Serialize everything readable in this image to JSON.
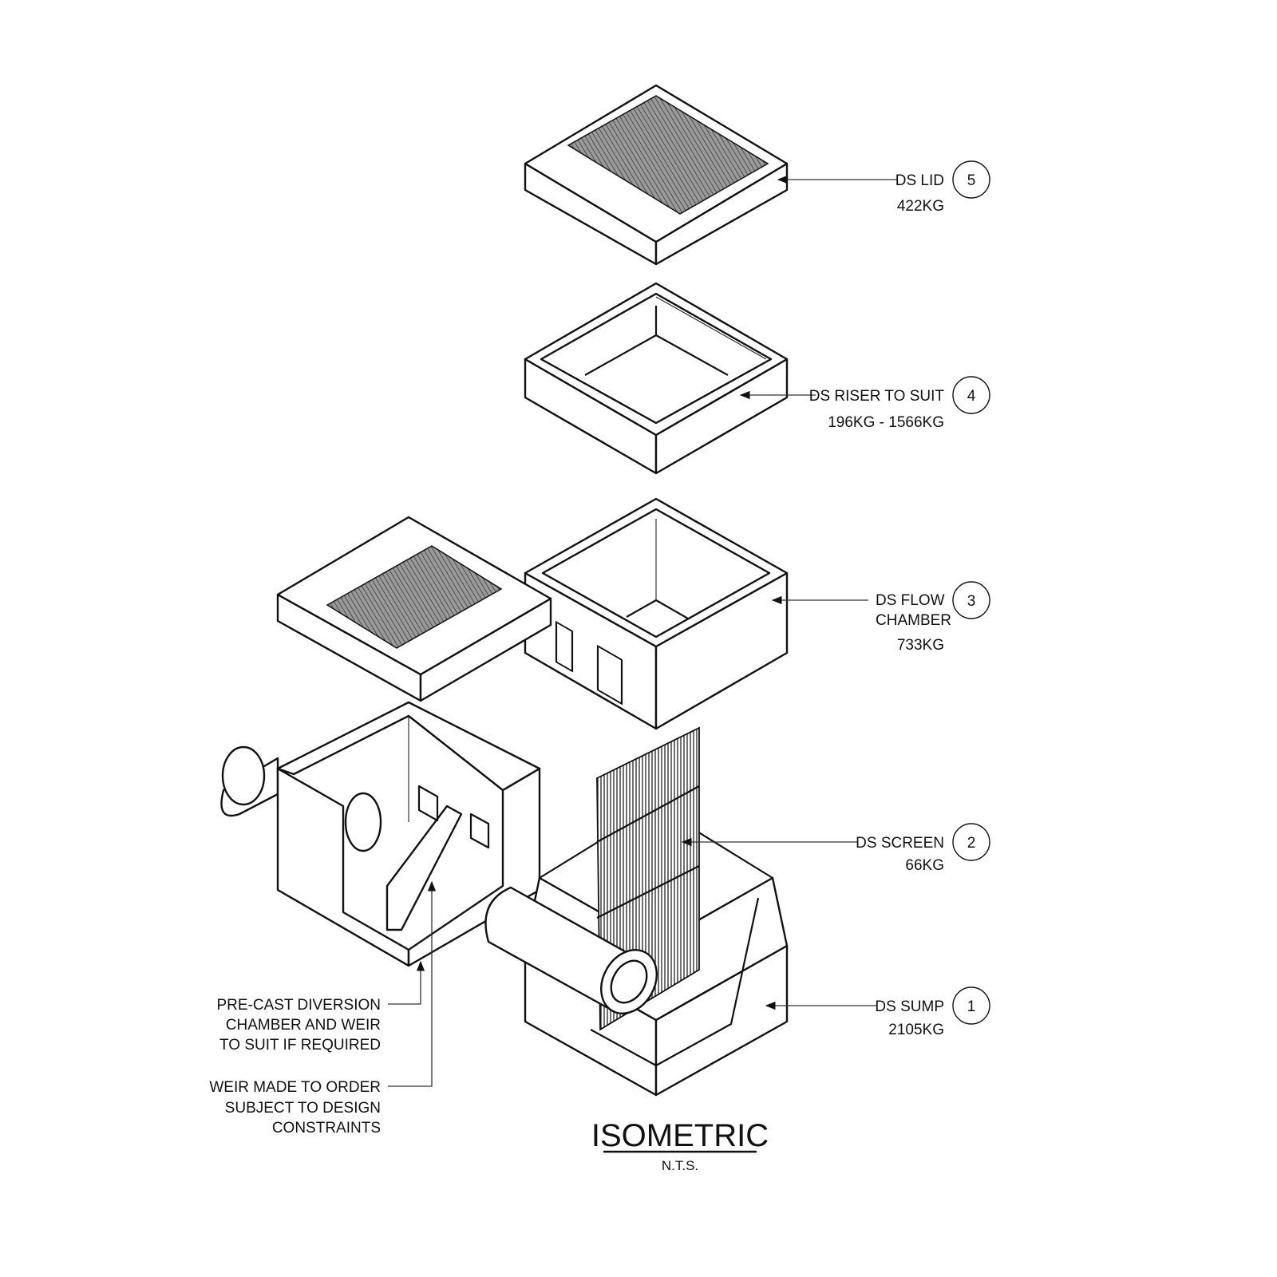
{
  "components": [
    {
      "number": "5",
      "name": "DS LID",
      "weight": "422KG"
    },
    {
      "number": "4",
      "name": "DS RISER TO SUIT",
      "weight": "196KG - 1566KG"
    },
    {
      "number": "3",
      "name_line1": "DS FLOW",
      "name_line2": "CHAMBER",
      "weight": "733KG"
    },
    {
      "number": "2",
      "name": "DS SCREEN",
      "weight": "66KG"
    },
    {
      "number": "1",
      "name": "DS SUMP",
      "weight": "2105KG"
    }
  ],
  "notes": {
    "diversion": [
      "PRE-CAST DIVERSION",
      "CHAMBER AND WEIR",
      "TO SUIT IF REQUIRED"
    ],
    "weir": [
      "WEIR MADE TO ORDER",
      "SUBJECT TO DESIGN",
      "CONSTRAINTS"
    ]
  },
  "title": "ISOMETRIC",
  "subtitle": "N.T.S."
}
